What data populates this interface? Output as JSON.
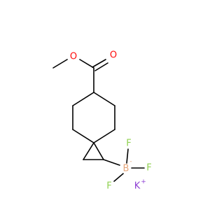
{
  "molecule": {
    "atoms": {
      "O_ether": {
        "symbol": "O",
        "color": "#ff0d0d"
      },
      "O_carbonyl": {
        "symbol": "O",
        "color": "#ff0d0d"
      },
      "B": {
        "symbol": "B",
        "color": "#e5a57a",
        "charge": "-"
      },
      "F1": {
        "symbol": "F",
        "color": "#8fd14f"
      },
      "F2": {
        "symbol": "F",
        "color": "#8fd14f"
      },
      "F3": {
        "symbol": "F",
        "color": "#8fd14f"
      },
      "K": {
        "symbol": "K",
        "color": "#8f40d4",
        "charge": "+"
      }
    },
    "bond_color": "#000000"
  }
}
